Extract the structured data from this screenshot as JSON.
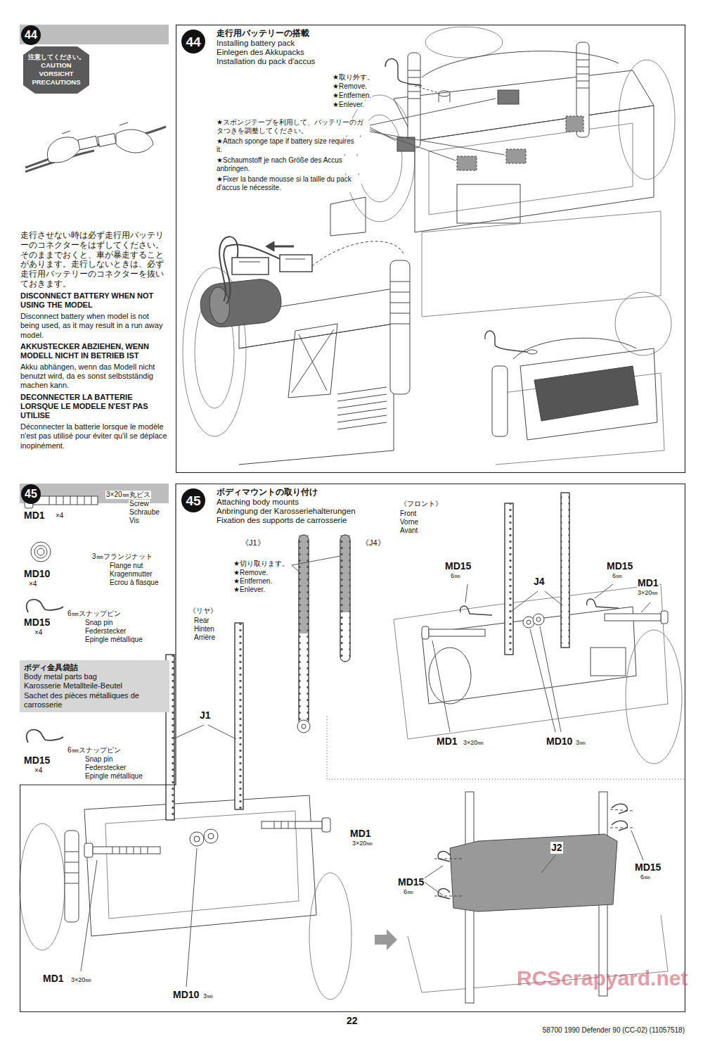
{
  "diagram": {
    "nodes": [
      {
        "text": [
          "44"
        ]
      },
      {
        "text": [
          "注意してください。",
          "CAUTION",
          "VORSICHT",
          "PRECAUTIONS"
        ]
      },
      {
        "text": [
          "走行用バッテリーの搭載",
          "Installing battery pack",
          "Einlegen des Akkupacks",
          "Installation du pack d'accus"
        ]
      },
      {
        "text": [
          "44"
        ],
        "in": 2
      },
      {
        "text": [
          "45"
        ]
      },
      {
        "text": [
          "ボディ金具袋詰",
          "Body metal parts bag",
          "Karosserie Metallteile-Beutel",
          "Sachet des pièces métalliques de carrosserie"
        ]
      },
      {
        "text": [
          "ボディマウントの取り付け",
          "Attaching body mounts",
          "Anbringung der Karosseriehalterungen",
          "Fixation des supports de carrosserie"
        ]
      },
      {
        "text": [
          "45"
        ],
        "in": 6
      }
    ],
    "labels": [
      "走行させない時は必ず走行用バッテリーのコネクターをはずしてください。そのままでおくと、車が暴走することがあります。走行しないときは、必ず走行用バッテリーのコネクターを抜いておきます。",
      "DISCONNECT BATTERY WHEN NOT USING THE MODEL",
      "Disconnect battery when model is not being used, as it may result in a run away model.",
      "AKKUSTECKER ABZIEHEN, WENN MODELL NICHT IN BETRIEB IST",
      "Akku abhängen, wenn das Modell nicht benutzt wird, da es sonst selbstständig machen kann.",
      "DECONNECTER LA BATTERIE LORSQUE LE MODELE N'EST PAS UTILISE",
      "Déconnecter la batterie lorsque le modèle n'est pas utilisé pour éviter qu'il se déplace inopinément.",
      "★取り外す。",
      "★Remove.",
      "★Entfernen.",
      "★Enlever.",
      "★スポンジテープを利用して、バッテリーのガタつきを調整してください。",
      "★Attach sponge tape if battery size requires it.",
      "★Schaumstoff je nach Größe des Accus anbringen.",
      "★Fixer la bande mousse si la taille du pack d'accus le nécessite.",
      "3×20㎜丸ビス",
      "Screw",
      "Schraube",
      "Vis",
      "MD1",
      "×4",
      "3㎜フランジナット",
      "Flange nut",
      "Kragenmutter",
      "Ecrou à flasque",
      "MD10",
      "×4",
      "MD15",
      "×4",
      "6㎜スナップピン",
      "Snap pin",
      "Federstecker",
      "Epingle métallique",
      "MD15",
      "×4",
      "6㎜スナップピン",
      "Snap pin",
      "Federstecker",
      "Epingle métallique",
      "《J1》",
      "《J4》",
      "★切り取ります。",
      "★Remove.",
      "★Entfernen.",
      "★Enlever.",
      "《リヤ》",
      "Rear",
      "Hinten",
      "Arrière",
      "J1",
      "MD1",
      "3×20㎜",
      "MD1",
      "3×20㎜",
      "MD10",
      "3㎜",
      "《フロント》",
      "Front",
      "Vorne",
      "Avant",
      "MD15",
      "6㎜",
      "J4",
      "MD15",
      "6㎜",
      "MD1",
      "3×20㎜",
      "MD1",
      "3×20㎜",
      "MD10",
      "3㎜",
      "J2",
      "MD15",
      "6㎜",
      "MD15",
      "6㎜",
      "22",
      "58700 1990 Defender 90 (CC-02) (11057518)",
      "RCScrapyard.net"
    ]
  }
}
